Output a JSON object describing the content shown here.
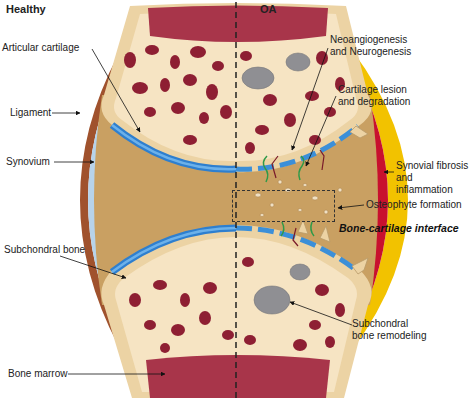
{
  "diagram": {
    "nodes": [
      {
        "text": [
          "Bone-cartilage interface"
        ]
      }
    ],
    "labels": [
      "Healthy",
      "OA",
      "Articular cartilage",
      "Ligament",
      "Synovium",
      "Subchondral bone",
      "Bone marrow",
      "Neoangiogenesis and Neurogenesis",
      "Cartilage lesion and degradation",
      "Synovial fibrosis and inflammation",
      "Osteophyte formation",
      "Subchondral bone remodeling"
    ]
  }
}
